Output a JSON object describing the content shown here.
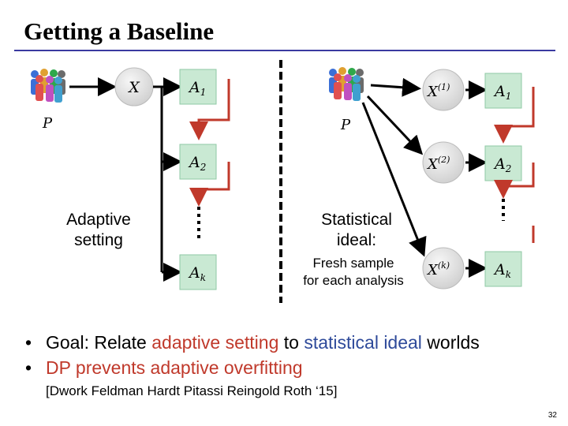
{
  "slide": {
    "title": "Getting a Baseline",
    "page_number": "32"
  },
  "diagram": {
    "left": {
      "population_label": "P",
      "data_node": "X",
      "analyses": [
        "A",
        "A",
        "A"
      ],
      "analysis_subscripts": [
        "1",
        "2",
        "k"
      ],
      "caption_line1": "Adaptive",
      "caption_line2": "setting"
    },
    "right": {
      "population_label": "P",
      "data_nodes": [
        "X",
        "X",
        "X"
      ],
      "data_superscripts": [
        "(1)",
        "(2)",
        "(k)"
      ],
      "analyses": [
        "A",
        "A",
        "A"
      ],
      "analysis_subscripts": [
        "1",
        "2",
        "k"
      ],
      "caption_line1": "Statistical",
      "caption_line2": "ideal:",
      "sub_caption_line1": "Fresh sample",
      "sub_caption_line2": "for each analysis"
    }
  },
  "bullets": {
    "b1_prefix": "Goal: Relate ",
    "b1_hl1": "adaptive setting",
    "b1_mid": " to ",
    "b1_hl2": "statistical ideal",
    "b1_suffix": " worlds",
    "b2": "DP prevents adaptive overfitting",
    "citation": "[Dwork Feldman Hardt Pitassi Reingold Roth ‘15]"
  },
  "colors": {
    "accent_red": "#c0392b",
    "accent_blue": "#2e4a9a",
    "node_fill": "#e8e8e8",
    "analysis_fill": "#c9e9d3",
    "analysis_stroke": "#8fc9a4",
    "feedback_arrow": "#c0392b"
  },
  "icons": [
    "people-group-icon"
  ]
}
